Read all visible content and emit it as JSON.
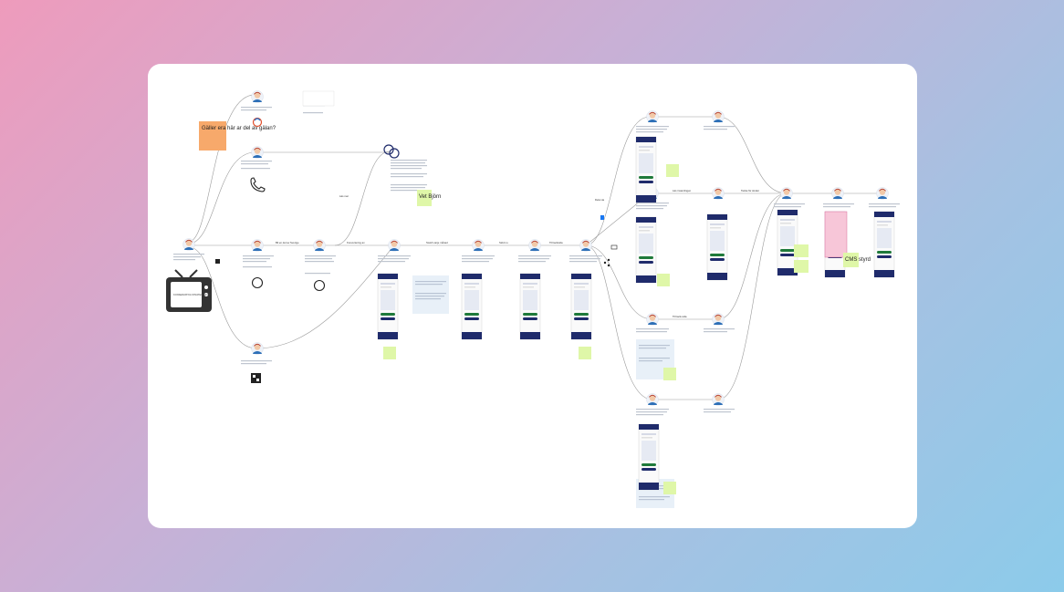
{
  "stickies": {
    "orange_note": "Gäller era här ar del av gälan?",
    "green_note_1": "Vet Björn",
    "green_note_2": "CMS styrd"
  },
  "tv_label": "KONSERVATIVA STRATEGIER NU",
  "colors": {
    "background_start": "#ee9bbc",
    "background_end": "#8ccbea",
    "board": "#ffffff",
    "orange_sticky": "#f7a96b",
    "green_sticky": "#dff7a8",
    "pink_sticky": "#f7c6d8",
    "line": "#9a9a9a",
    "avatar_hair": "#b33a2a",
    "accent_navy": "#1f2b6b"
  },
  "icons": {
    "main_device": "tv-icon",
    "channels": [
      "swish-icon",
      "phone-icon",
      "whatsapp-icon",
      "qr-code-icon",
      "facebook-icon",
      "email-icon",
      "share-icon"
    ]
  }
}
